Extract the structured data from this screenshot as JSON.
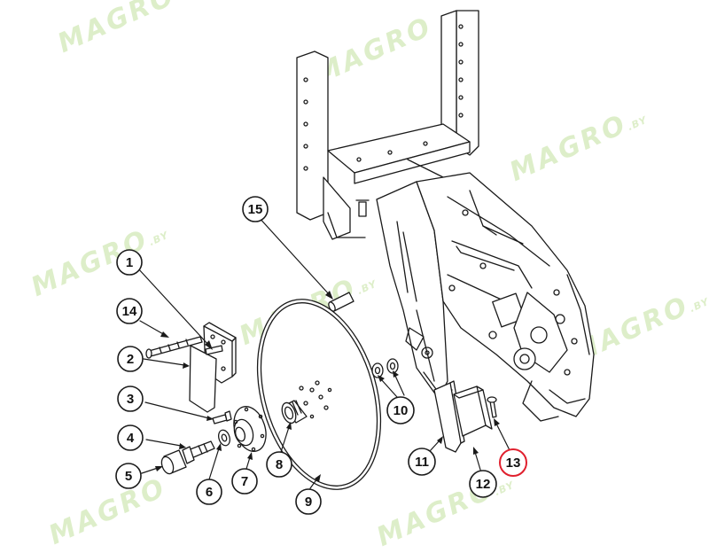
{
  "watermark": {
    "text": "MAGRO",
    "suffix": ".BY"
  },
  "callouts": [
    {
      "id": "1",
      "label": "1"
    },
    {
      "id": "2",
      "label": "2"
    },
    {
      "id": "3",
      "label": "3"
    },
    {
      "id": "4",
      "label": "4"
    },
    {
      "id": "5",
      "label": "5"
    },
    {
      "id": "6",
      "label": "6"
    },
    {
      "id": "7",
      "label": "7"
    },
    {
      "id": "8",
      "label": "8"
    },
    {
      "id": "9",
      "label": "9"
    },
    {
      "id": "10",
      "label": "10"
    },
    {
      "id": "11",
      "label": "11"
    },
    {
      "id": "12",
      "label": "12"
    },
    {
      "id": "13",
      "label": "13",
      "highlighted": true
    },
    {
      "id": "14",
      "label": "14"
    },
    {
      "id": "15",
      "label": "15"
    }
  ],
  "colors": {
    "line": "#1a1a1a",
    "highlight": "#e0202e",
    "watermark": "#d8ecc0"
  }
}
